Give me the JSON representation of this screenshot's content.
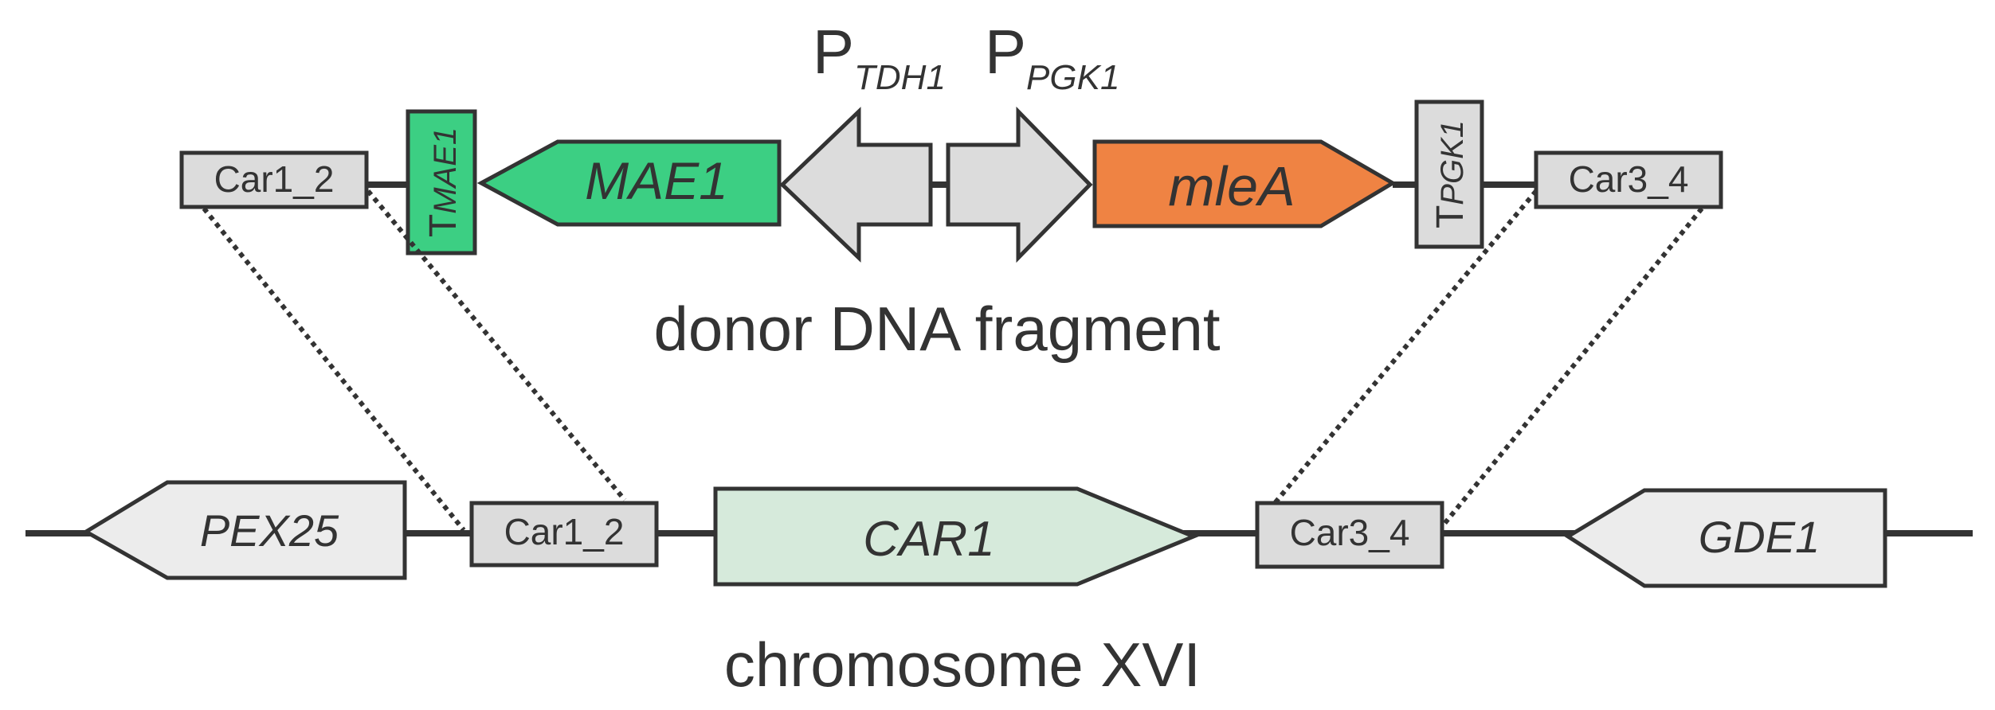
{
  "donor": {
    "caption": "donor DNA fragment",
    "car1_2": "Car1_2",
    "car3_4": "Car3_4",
    "t_mae1": {
      "main": "T",
      "sub": "MAE1"
    },
    "mae1": "MAE1",
    "p_tdh1": {
      "main": "P",
      "sub": "TDH1"
    },
    "p_pgk1": {
      "main": "P",
      "sub": "PGK1"
    },
    "mlea": "mleA",
    "t_pgk1": {
      "main": "T",
      "sub": "PGK1"
    }
  },
  "chromosome": {
    "caption": "chromosome XVI",
    "pex25": "PEX25",
    "car1_2": "Car1_2",
    "car1": "CAR1",
    "car3_4": "Car3_4",
    "gde1": "GDE1"
  },
  "colors": {
    "green_gene": "#3ccf83",
    "orange_gene": "#ef8343",
    "light_green_gene": "#d6eadb",
    "grey_box": "#dcdcdc",
    "light_grey_gene": "#ececec",
    "outline": "#333333"
  }
}
